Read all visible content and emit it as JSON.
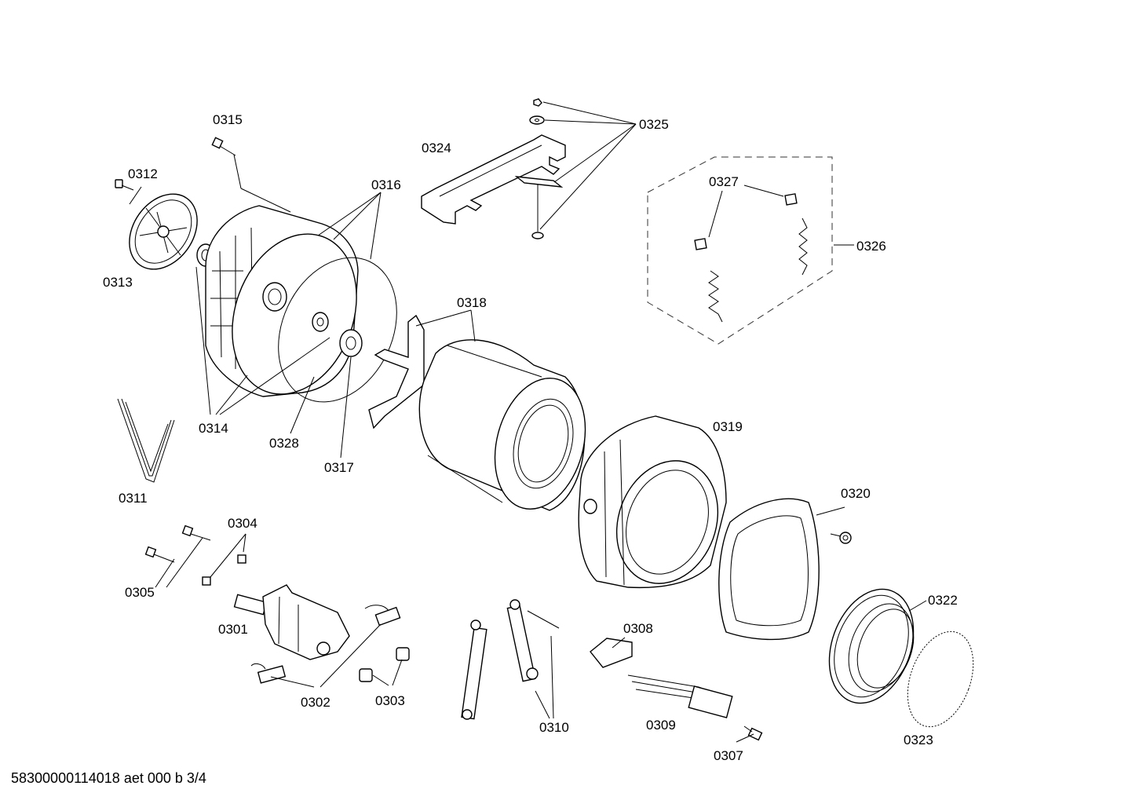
{
  "diagram": {
    "labels": {
      "p0301": "0301",
      "p0302": "0302",
      "p0303": "0303",
      "p0304": "0304",
      "p0305": "0305",
      "p0307": "0307",
      "p0308": "0308",
      "p0309": "0309",
      "p0310": "0310",
      "p0311": "0311",
      "p0312": "0312",
      "p0313": "0313",
      "p0314": "0314",
      "p0315": "0315",
      "p0316": "0316",
      "p0317": "0317",
      "p0318": "0318",
      "p0319": "0319",
      "p0320": "0320",
      "p0322": "0322",
      "p0323": "0323",
      "p0324": "0324",
      "p0325": "0325",
      "p0326": "0326",
      "p0327": "0327",
      "p0328": "0328"
    },
    "footer": "58300000114018 aet 000 b 3/4"
  }
}
